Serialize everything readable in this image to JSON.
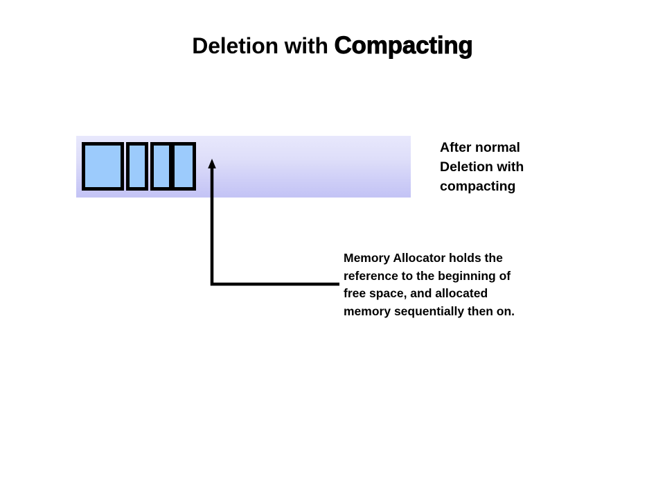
{
  "slide": {
    "title": {
      "lead": "Deletion with ",
      "emphasis": "Compacting"
    },
    "memory_bar": {
      "label": "memory-region",
      "blocks": [
        {
          "name": "allocated-block-1"
        },
        {
          "name": "allocated-block-2"
        },
        {
          "name": "allocated-block-3"
        },
        {
          "name": "allocated-block-4"
        }
      ],
      "caption": {
        "line1": "After normal",
        "line2": "Deletion with",
        "line3": "compacting"
      }
    },
    "allocator_note": {
      "line1": "Memory Allocator holds the",
      "line2": "reference to the beginning of",
      "line3": "free space, and allocated",
      "line4": "memory sequentially then on."
    },
    "colors": {
      "background": "#ffffff",
      "bar_gradient_start": "#e8e8fc",
      "bar_gradient_end": "#c3c3f5",
      "block_fill": "#9ccbfc",
      "block_border": "#000000",
      "text": "#000000",
      "leader_line": "#000000"
    }
  }
}
